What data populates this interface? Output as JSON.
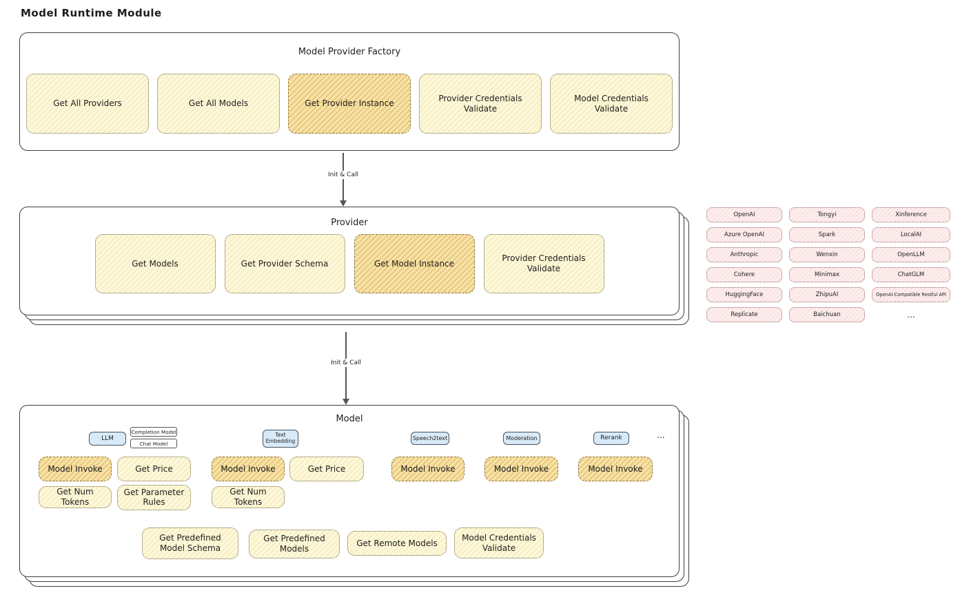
{
  "page_title": "Model Runtime Module",
  "factory": {
    "title": "Model Provider Factory",
    "boxes": [
      "Get All Providers",
      "Get All Models",
      "Get Provider Instance",
      "Provider Credentials Validate",
      "Model Credentials Validate"
    ]
  },
  "arrow1_label": "Init & Call",
  "arrow2_label": "Init & Call",
  "provider": {
    "title": "Provider",
    "boxes": [
      "Get Models",
      "Get Provider Schema",
      "Get Model Instance",
      "Provider Credentials Validate"
    ]
  },
  "vendors": {
    "col1": [
      "OpenAI",
      "Azure OpenAI",
      "Anthropic",
      "Cohere",
      "HuggingFace",
      "Replicate"
    ],
    "col2": [
      "Tongyi",
      "Spark",
      "Wenxin",
      "Minimax",
      "ZhipuAI",
      "Baichuan"
    ],
    "col3": [
      "Xinference",
      "LocalAI",
      "OpenLLM",
      "ChatGLM",
      "OpenAI-Compatible Restful API"
    ],
    "more": "..."
  },
  "model": {
    "title": "Model",
    "types": {
      "llm": "LLM",
      "completion_model": "Completion Model",
      "chat_model": "Chat Model",
      "text_embedding": "Text Embedding",
      "speech2text": "Speech2text",
      "moderation": "Moderation",
      "rerank": "Rerank",
      "more": "..."
    },
    "llm_functions": [
      "Model Invoke",
      "Get Price",
      "Get Num Tokens",
      "Get Parameter Rules"
    ],
    "text_embedding_functions": [
      "Model Invoke",
      "Get Price",
      "Get Num Tokens"
    ],
    "speech2text_functions": [
      "Model Invoke"
    ],
    "moderation_functions": [
      "Model Invoke"
    ],
    "rerank_functions": [
      "Model Invoke"
    ],
    "common_functions": [
      "Get Predefined Model Schema",
      "Get Predefined Models",
      "Get Remote Models",
      "Model Credentials Validate"
    ]
  }
}
